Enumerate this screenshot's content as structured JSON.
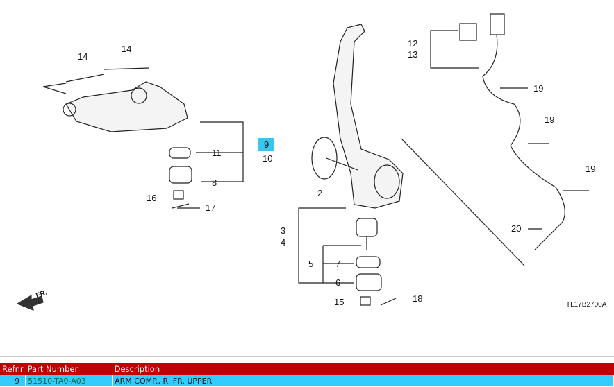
{
  "diagram": {
    "labels": {
      "l14a": "14",
      "l14b": "14",
      "l11": "11",
      "l9": "9",
      "l10": "10",
      "l8": "8",
      "l16": "16",
      "l17": "17",
      "l2": "2",
      "l3": "3",
      "l4": "4",
      "l5": "5",
      "l7": "7",
      "l6": "6",
      "l15": "15",
      "l18": "18",
      "l12": "12",
      "l13": "13",
      "l19a": "19",
      "l19b": "19",
      "l19c": "19",
      "l20": "20"
    },
    "front_arrow": "FR.",
    "code": "TL17B2700A",
    "highlight_color": "#3cc3f0"
  },
  "table": {
    "headers": {
      "refnr": "Refnr",
      "part_number": "Part Number",
      "description": "Description"
    },
    "rows": [
      {
        "refnr": "9",
        "part_number": "51510-TA0-A03",
        "description": "ARM COMP., R. FR. UPPER"
      }
    ]
  }
}
